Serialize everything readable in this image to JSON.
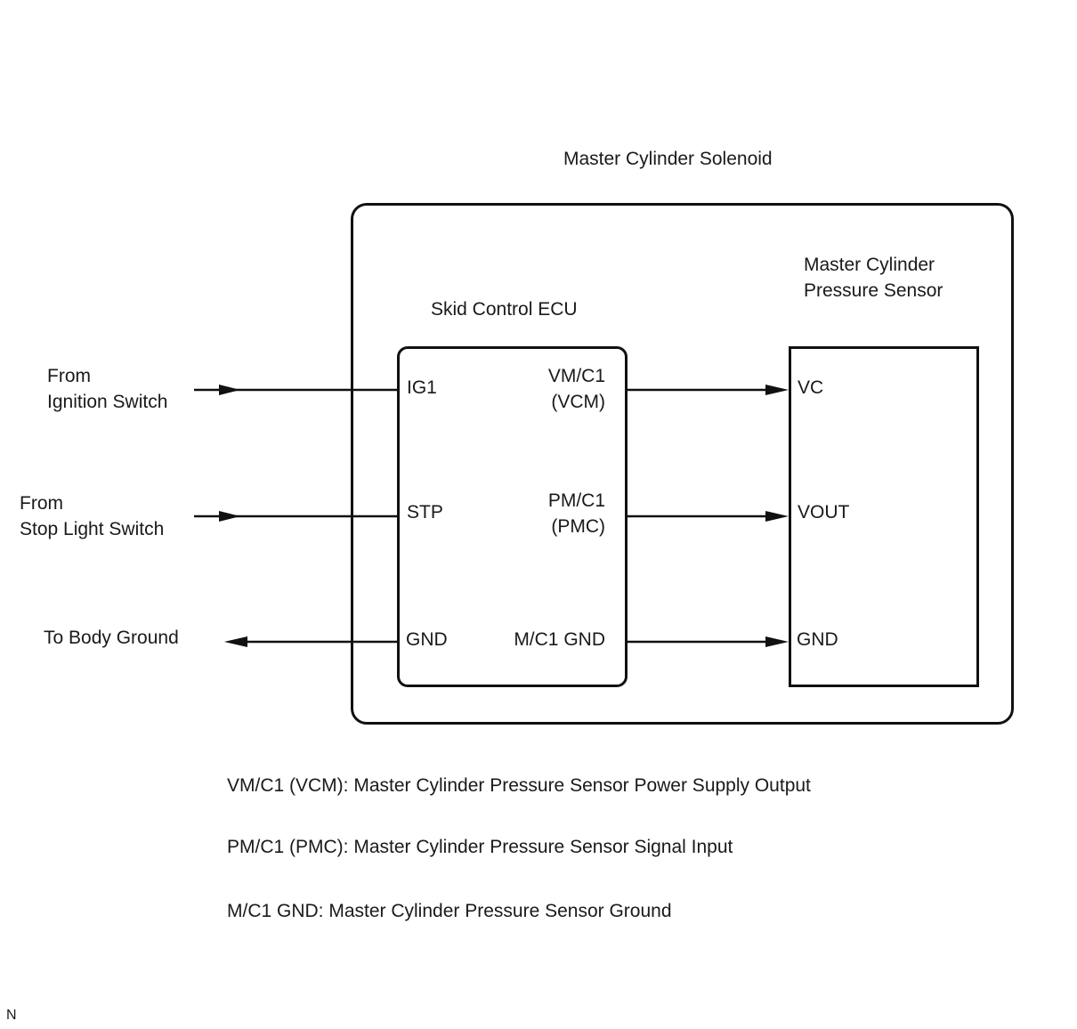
{
  "diagram": {
    "solenoid_title": "Master Cylinder  Solenoid",
    "ecu_title": "Skid Control ECU",
    "sensor_title": "Master Cylinder\nPressure Sensor",
    "inputs": {
      "ignition": "From\nIgnition Switch",
      "stop_light": "From\nStop Light Switch",
      "ground": "To Body Ground"
    },
    "ecu_left_pins": {
      "ig1": "IG1",
      "stp": "STP",
      "gnd": "GND"
    },
    "ecu_right_pins": {
      "vmc1": "VM/C1\n(VCM)",
      "pmc1": "PM/C1\n(PMC)",
      "mc1gnd": "M/C1 GND"
    },
    "sensor_pins": {
      "vc": "VC",
      "vout": "VOUT",
      "gnd": "GND"
    }
  },
  "legend": {
    "vmc1": "VM/C1 (VCM): Master Cylinder Pressure Sensor Power Supply Output",
    "pmc1": "PM/C1 (PMC): Master Cylinder Pressure Sensor Signal Input",
    "mc1gnd": "M/C1 GND: Master Cylinder Pressure Sensor Ground"
  },
  "footer": {
    "mark": "N"
  }
}
